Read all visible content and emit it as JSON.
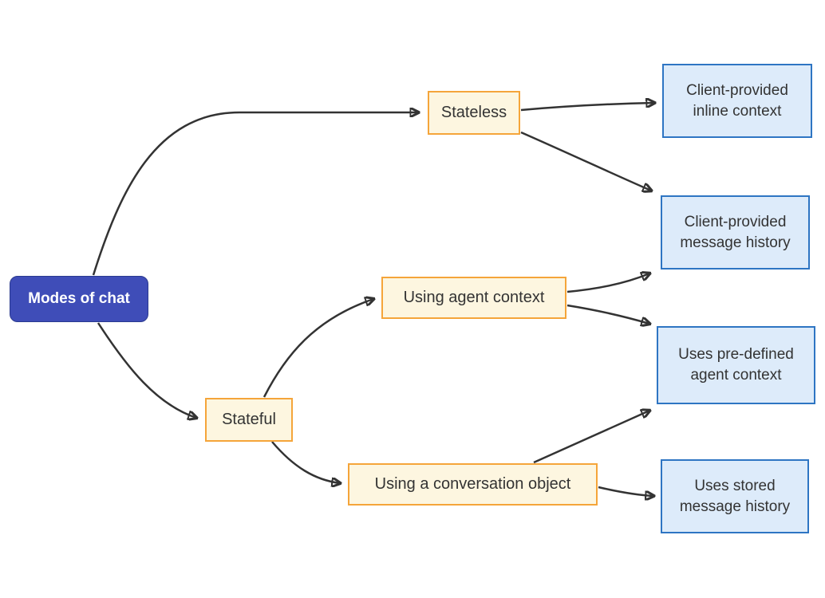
{
  "diagram": {
    "title": "Modes of chat",
    "background_color": "#ffffff",
    "arrow_color": "#333333",
    "text_color": "#333333",
    "colors": {
      "root_fill": "#3f4db8",
      "root_border": "#2a3a8f",
      "root_text": "#ffffff",
      "branch_fill": "#fdf6e0",
      "branch_border": "#f5a53a",
      "leaf_fill": "#ddebfa",
      "leaf_border": "#2e75c3"
    },
    "nodes": [
      {
        "id": "root",
        "type": "root",
        "label": "Modes of chat",
        "lines": [
          "Modes of chat"
        ]
      },
      {
        "id": "stateless",
        "type": "branch",
        "label": "Stateless",
        "lines": [
          "Stateless"
        ]
      },
      {
        "id": "stateful",
        "type": "branch",
        "label": "Stateful",
        "lines": [
          "Stateful"
        ]
      },
      {
        "id": "agent-context",
        "type": "branch",
        "label": "Using agent context",
        "lines": [
          "Using agent context"
        ]
      },
      {
        "id": "conversation-object",
        "type": "branch",
        "label": "Using a conversation object",
        "lines": [
          "Using a conversation object"
        ]
      },
      {
        "id": "inline-context",
        "type": "leaf",
        "label": "Client-provided inline context",
        "lines": [
          "Client-provided",
          "inline context"
        ]
      },
      {
        "id": "message-history",
        "type": "leaf",
        "label": "Client-provided message history",
        "lines": [
          "Client-provided",
          "message history"
        ]
      },
      {
        "id": "predefined-agent-context",
        "type": "leaf",
        "label": "Uses pre-defined agent context",
        "lines": [
          "Uses pre-defined",
          "agent context"
        ]
      },
      {
        "id": "stored-message-history",
        "type": "leaf",
        "label": "Uses stored message history",
        "lines": [
          "Uses stored",
          "message history"
        ]
      }
    ],
    "edges": [
      {
        "from": "root",
        "to": "stateless"
      },
      {
        "from": "root",
        "to": "stateful"
      },
      {
        "from": "stateless",
        "to": "inline-context"
      },
      {
        "from": "stateless",
        "to": "message-history"
      },
      {
        "from": "stateful",
        "to": "agent-context"
      },
      {
        "from": "stateful",
        "to": "conversation-object"
      },
      {
        "from": "agent-context",
        "to": "message-history"
      },
      {
        "from": "agent-context",
        "to": "predefined-agent-context"
      },
      {
        "from": "conversation-object",
        "to": "predefined-agent-context"
      },
      {
        "from": "conversation-object",
        "to": "stored-message-history"
      }
    ]
  }
}
